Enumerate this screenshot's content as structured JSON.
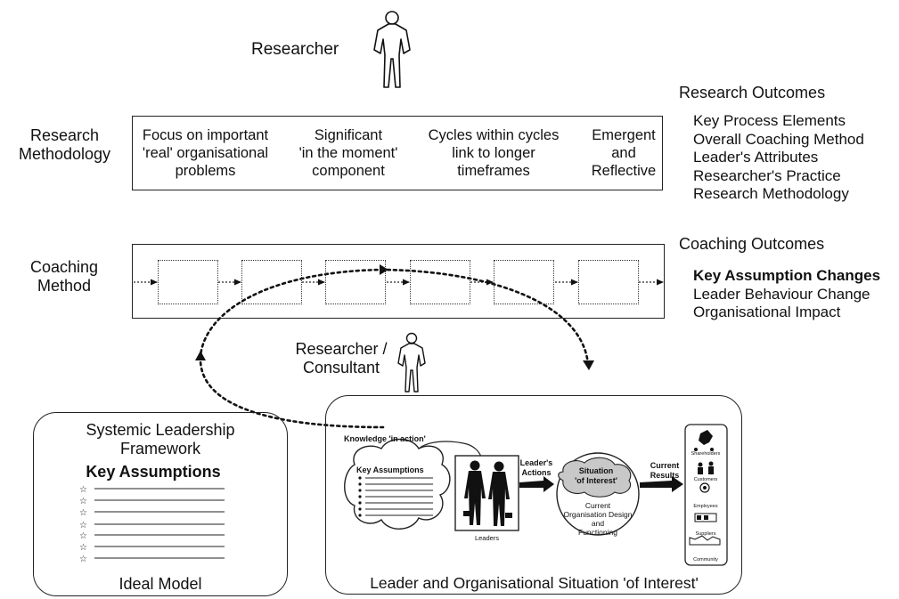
{
  "researcher_label": "Researcher",
  "research_methodology": {
    "label_line1": "Research",
    "label_line2": "Methodology",
    "columns": [
      "Focus on important\n'real' organisational\nproblems",
      "Significant\n'in the moment'\ncomponent",
      "Cycles within cycles\nlink to longer\ntimeframes",
      "Emergent\nand\nReflective"
    ]
  },
  "research_outcomes": {
    "title": "Research Outcomes",
    "items": [
      "Key Process Elements",
      "Overall Coaching Method",
      "Leader's Attributes",
      "Researcher's Practice",
      "Research Methodology"
    ]
  },
  "coaching_method": {
    "label_line1": "Coaching",
    "label_line2": "Method"
  },
  "coaching_outcomes": {
    "title": "Coaching Outcomes",
    "items": [
      "Key Assumption Changes",
      "Leader Behaviour Change",
      "Organisational Impact"
    ]
  },
  "consultant_label": {
    "line1": "Researcher /",
    "line2": "Consultant"
  },
  "framework": {
    "title_line1": "Systemic Leadership",
    "title_line2": "Framework",
    "key_assumptions": "Key Assumptions",
    "footer": "Ideal Model"
  },
  "situation": {
    "knowledge_in_action": "Knowledge 'in action'",
    "key_assumptions": "Key Assumptions",
    "leaders": "Leaders",
    "leaders_actions_line1": "Leader's",
    "leaders_actions_line2": "Actions",
    "situation_line1": "Situation",
    "situation_line2": "'of Interest'",
    "current_org_line1": "Current",
    "current_org_line2": "Organisation Design",
    "current_org_line3": "and",
    "current_org_line4": "Functioning",
    "current_results_line1": "Current",
    "current_results_line2": "Results",
    "stakeholders": [
      "Shareholders",
      "Customers",
      "Employees",
      "Suppliers",
      "Community"
    ],
    "footer": "Leader and Organisational Situation 'of Interest'"
  }
}
